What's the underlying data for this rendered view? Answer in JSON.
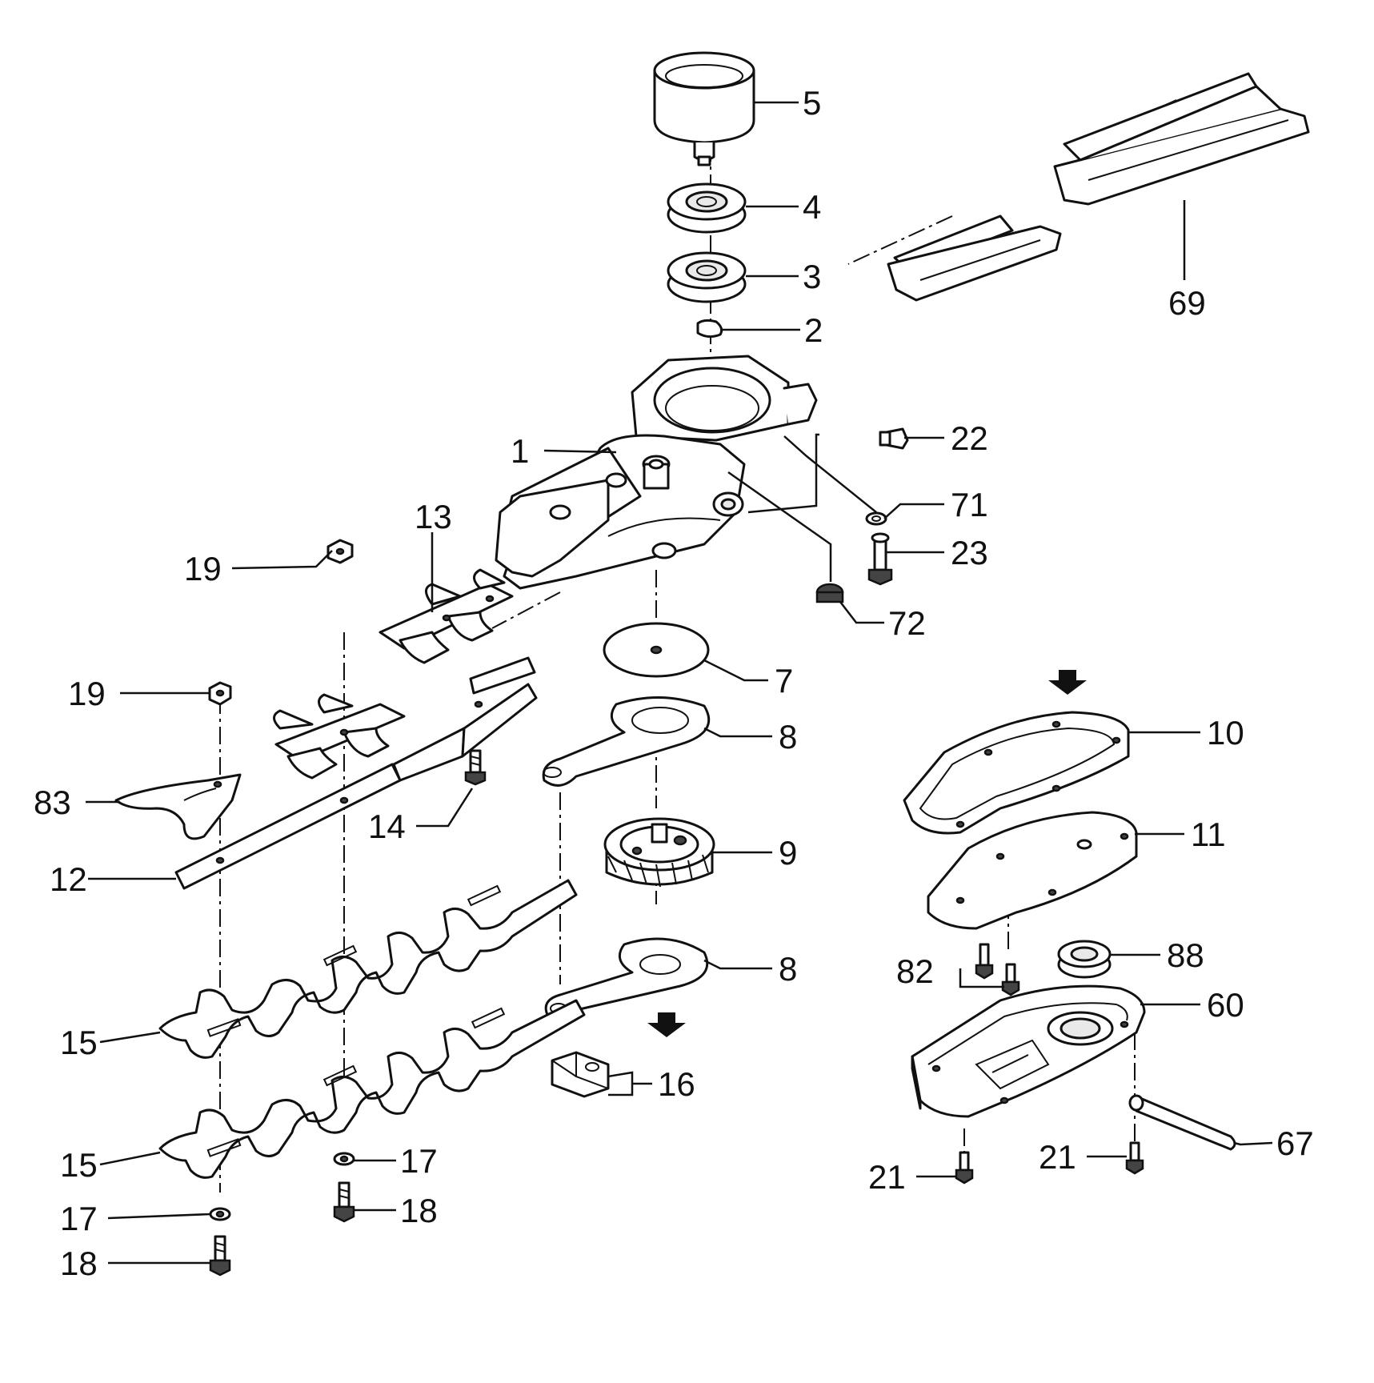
{
  "callouts": {
    "c1": "1",
    "c2": "2",
    "c3": "3",
    "c4": "4",
    "c5": "5",
    "c7": "7",
    "c8a": "8",
    "c8b": "8",
    "c9": "9",
    "c10": "10",
    "c11": "11",
    "c12": "12",
    "c13": "13",
    "c14": "14",
    "c15a": "15",
    "c15b": "15",
    "c16": "16",
    "c17a": "17",
    "c17b": "17",
    "c18a": "18",
    "c18b": "18",
    "c19a": "19",
    "c19b": "19",
    "c21a": "21",
    "c21b": "21",
    "c22": "22",
    "c23": "23",
    "c60": "60",
    "c67": "67",
    "c69": "69",
    "c71": "71",
    "c72": "72",
    "c82": "82",
    "c83": "83",
    "c88": "88"
  },
  "icons": [
    "down-arrow-icon"
  ],
  "colors": {
    "ink": "#111111",
    "paper": "#ffffff"
  }
}
